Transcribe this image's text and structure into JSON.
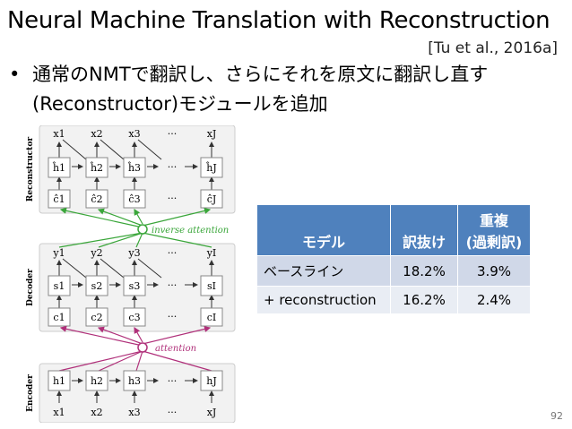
{
  "slide": {
    "title": "Neural Machine Translation with Reconstruction",
    "citation": "[Tu et al., 2016a]",
    "bullet": "通常のNMTで翻訳し、さらにそれを原文に翻訳し直す(Reconstructor)モジュールを追加",
    "page_number": "92"
  },
  "diagram": {
    "sections": {
      "reconstructor": "Reconstructor",
      "decoder": "Decoder",
      "encoder": "Encoder"
    },
    "inverse_attention": "inverse attention",
    "attention": "attention",
    "ellipsis": "···",
    "recon_outputs": [
      "x1",
      "x2",
      "x3",
      "xJ"
    ],
    "recon_hidden": [
      "ĥ1",
      "ĥ2",
      "ĥ3",
      "ĥJ"
    ],
    "recon_context": [
      "ĉ1",
      "ĉ2",
      "ĉ3",
      "ĉJ"
    ],
    "dec_outputs": [
      "y1",
      "y2",
      "y3",
      "yI"
    ],
    "dec_states": [
      "s1",
      "s2",
      "s3",
      "sI"
    ],
    "dec_context": [
      "c1",
      "c2",
      "c3",
      "cI"
    ],
    "enc_hidden": [
      "h1",
      "h2",
      "h3",
      "hJ"
    ],
    "enc_inputs": [
      "x1",
      "x2",
      "x3",
      "xJ"
    ],
    "colors": {
      "inverse_attention": "#3aa63a",
      "attention": "#b0307a",
      "box": "#888888"
    }
  },
  "results_table": {
    "headers": [
      "モデル",
      "訳抜け",
      "重複\n(過剰訳)"
    ],
    "rows": [
      [
        "ベースライン",
        "18.2%",
        "3.9%"
      ],
      [
        "+ reconstruction",
        "16.2%",
        "2.4%"
      ]
    ],
    "colors": {
      "header": "#4f81bd",
      "row_dark": "#d0d8e8",
      "row_light": "#e9edf4"
    }
  }
}
